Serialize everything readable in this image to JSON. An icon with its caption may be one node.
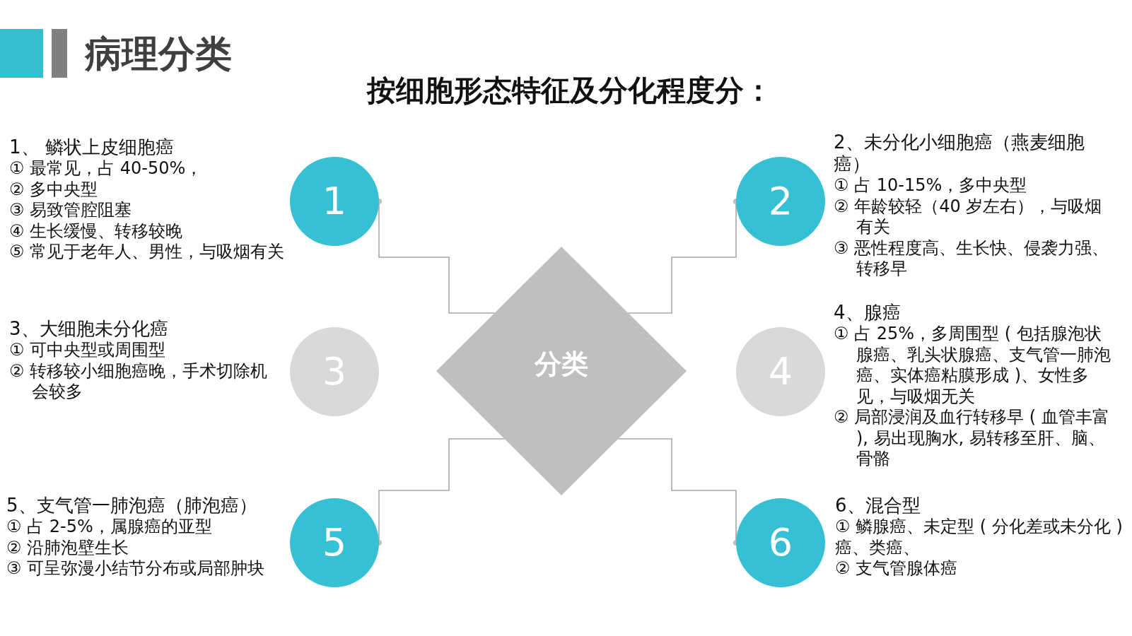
{
  "diagram": {
    "title": "病理分类",
    "nodes": [
      {
        "text": [
          "1"
        ],
        "beside": [
          "1、 鳞状上皮细胞癌",
          "① 最常见，占 40-50%，",
          "② 多中央型",
          "③ 易致管腔阻塞",
          "④ 生长缓慢、转移较晚",
          "⑤ 常见于老年人、男性，与吸烟有关"
        ]
      },
      {
        "text": [
          "2"
        ],
        "beside": [
          "2、未分化小细胞癌（燕麦细胞癌）",
          "① 占 10-15%，多中央型",
          "② 年龄较轻（40 岁左右），与吸烟有关",
          "③ 恶性程度高、生长快、侵袭力强、转移早"
        ]
      },
      {
        "text": [
          "3"
        ],
        "beside": [
          "3、大细胞未分化癌",
          "① 可中央型或周围型",
          "② 转移较小细胞癌晚，手术切除机会较多"
        ]
      },
      {
        "text": [
          "分类"
        ]
      },
      {
        "text": [
          "4"
        ],
        "beside": [
          "4、腺癌",
          "① 占 25%，多周围型 ( 包括腺泡状腺癌、乳头状腺癌、支气管一肺泡癌、实体癌粘膜形成 )、女性多见，与吸烟无关",
          "② 局部浸润及血行转移早 ( 血管丰富 ), 易出现胸水, 易转移至肝、脑、骨骼"
        ]
      },
      {
        "text": [
          "5"
        ],
        "beside": [
          "5、支气管一肺泡癌（肺泡癌）",
          "① 占 2-5%，属腺癌的亚型",
          "② 沿肺泡壁生长",
          "③ 可呈弥漫小结节分布或局部肿块"
        ]
      },
      {
        "text": [
          "6"
        ],
        "beside": [
          "6、混合型",
          "① 鳞腺癌、未定型 ( 分化差或未分化 ) 癌、类癌、",
          "② 支气管腺体癌"
        ]
      }
    ],
    "edges": [
      {
        "from": 0,
        "to": 3,
        "arrow": "other"
      },
      {
        "from": 1,
        "to": 3,
        "arrow": "other"
      },
      {
        "from": 5,
        "to": 3,
        "arrow": "other"
      },
      {
        "from": 6,
        "to": 3,
        "arrow": "other"
      }
    ],
    "labels": [
      "按细胞形态特征及分化程度分："
    ]
  }
}
